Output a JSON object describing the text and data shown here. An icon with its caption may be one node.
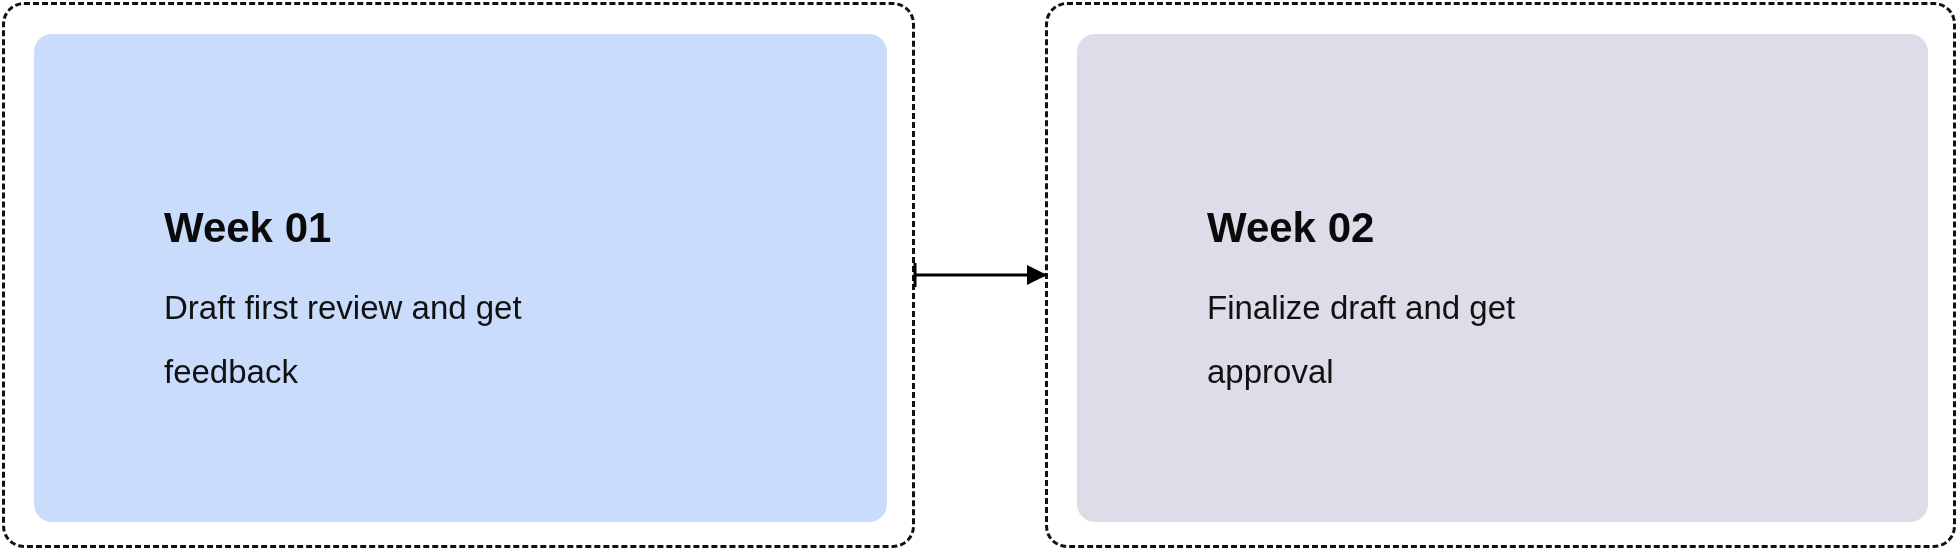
{
  "diagram": {
    "nodes": [
      {
        "text": [],
        "shape": "box"
      },
      {
        "text": [
          "Week 01",
          "Draft first review and get feedback"
        ],
        "in": 0
      },
      {
        "text": [],
        "shape": "box"
      },
      {
        "text": [
          "Week 02",
          "Finalize draft and get approval"
        ],
        "in": 2
      }
    ],
    "edges": [
      {
        "from": 0,
        "to": 2,
        "arrow": "to"
      }
    ]
  }
}
